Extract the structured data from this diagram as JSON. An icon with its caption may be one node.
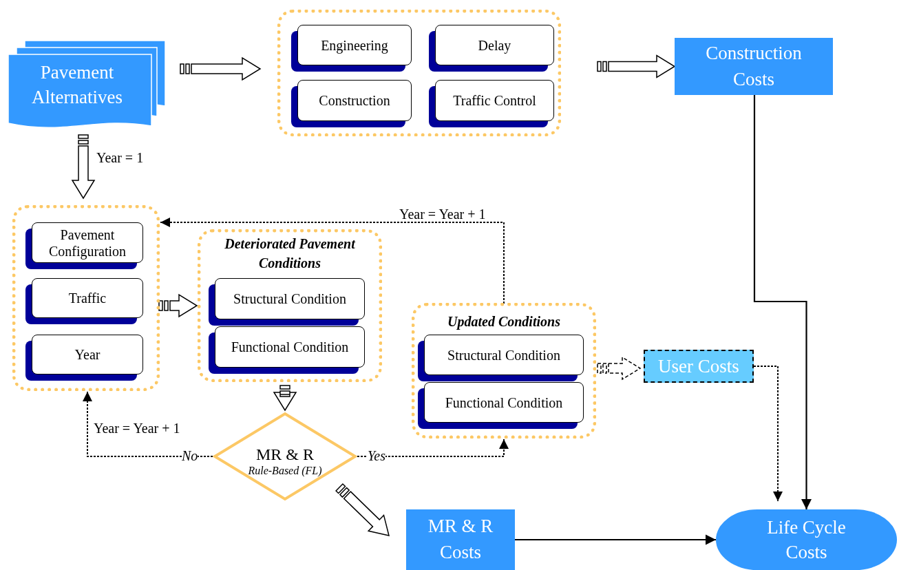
{
  "diagram": {
    "nodes": [
      {
        "text": [
          "Pavement Alternatives"
        ]
      },
      {
        "text": [],
        "shape": "box"
      },
      {
        "text": [
          "Engineering"
        ],
        "in": 1
      },
      {
        "text": [
          "Delay"
        ],
        "in": 1
      },
      {
        "text": [
          "Construction"
        ],
        "in": 1
      },
      {
        "text": [
          "Traffic Control"
        ],
        "in": 1
      },
      {
        "text": [
          "Construction Costs"
        ]
      },
      {
        "text": [],
        "shape": "box"
      },
      {
        "text": [
          "Pavement Configuration"
        ],
        "in": 7
      },
      {
        "text": [
          "Traffic"
        ],
        "in": 7
      },
      {
        "text": [
          "Year"
        ],
        "in": 7
      },
      {
        "text": [
          "Deteriorated Pavement Conditions"
        ]
      },
      {
        "text": [
          "Structural Condition"
        ],
        "in": 11
      },
      {
        "text": [
          "Functional Condition"
        ],
        "in": 11
      },
      {
        "text": [
          "Updated Conditions"
        ]
      },
      {
        "text": [
          "Structural Condition"
        ],
        "in": 14
      },
      {
        "text": [
          "Functional Condition"
        ],
        "in": 14
      },
      {
        "text": [
          "MR & R",
          "Rule-Based (FL)"
        ]
      },
      {
        "text": [
          "User Costs"
        ]
      },
      {
        "text": [
          "MR & R Costs"
        ]
      },
      {
        "text": [
          "Life Cycle Costs"
        ]
      }
    ],
    "edges": [
      {
        "from": 0,
        "to": 1,
        "arrow": "to",
        "style": "thick"
      },
      {
        "from": 1,
        "to": 6,
        "arrow": "to",
        "style": "thick"
      },
      {
        "from": 0,
        "to": 7,
        "arrow": "to",
        "style": "thick",
        "label": "Year = 1"
      },
      {
        "from": 7,
        "to": 11,
        "arrow": "to",
        "style": "thick"
      },
      {
        "from": 11,
        "to": 17,
        "arrow": "to",
        "style": "thick"
      },
      {
        "from": 17,
        "to": 19,
        "arrow": "to",
        "style": "thick"
      },
      {
        "from": 14,
        "to": 18,
        "arrow": "to",
        "style": "dashed"
      },
      {
        "from": 17,
        "to": 7,
        "arrow": "to",
        "style": "dashed",
        "label": "No"
      },
      {
        "from": 17,
        "to": 14,
        "arrow": "to",
        "style": "dashed",
        "label": "Yes"
      },
      {
        "from": 14,
        "to": 7,
        "arrow": "to",
        "style": "dashed",
        "label": "Year = Year + 1"
      },
      {
        "from": 6,
        "to": 20,
        "arrow": "to"
      },
      {
        "from": 18,
        "to": 20,
        "arrow": "to",
        "style": "dashed"
      },
      {
        "from": 19,
        "to": 20,
        "arrow": "to"
      }
    ],
    "labels": [
      "Year = Year + 1"
    ]
  }
}
